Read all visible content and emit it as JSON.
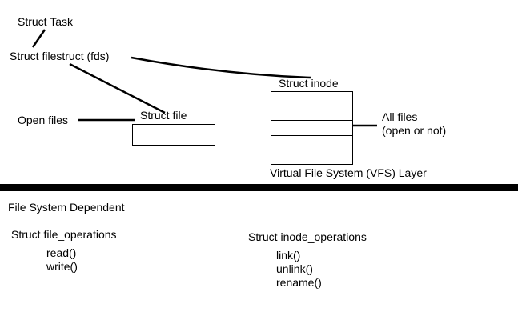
{
  "diagram": {
    "labels": {
      "struct_task": "Struct Task",
      "struct_filestruct": "Struct filestruct (fds)",
      "open_files": "Open files",
      "struct_file": "Struct file",
      "struct_inode": "Struct inode",
      "all_files_line1": "All files",
      "all_files_line2": "(open or not)",
      "vfs_layer": "Virtual File System (VFS) Layer",
      "file_system_dependent": "File System Dependent"
    },
    "file_operations": {
      "title": "Struct file_operations",
      "items": [
        "read()",
        "write()"
      ]
    },
    "inode_operations": {
      "title": "Struct inode_operations",
      "items": [
        "link()",
        "unlink()",
        "rename()"
      ]
    },
    "inode_table": {
      "rows": 5
    },
    "colors": {
      "background": "#ffffff",
      "text": "#000000",
      "line": "#000000"
    }
  }
}
